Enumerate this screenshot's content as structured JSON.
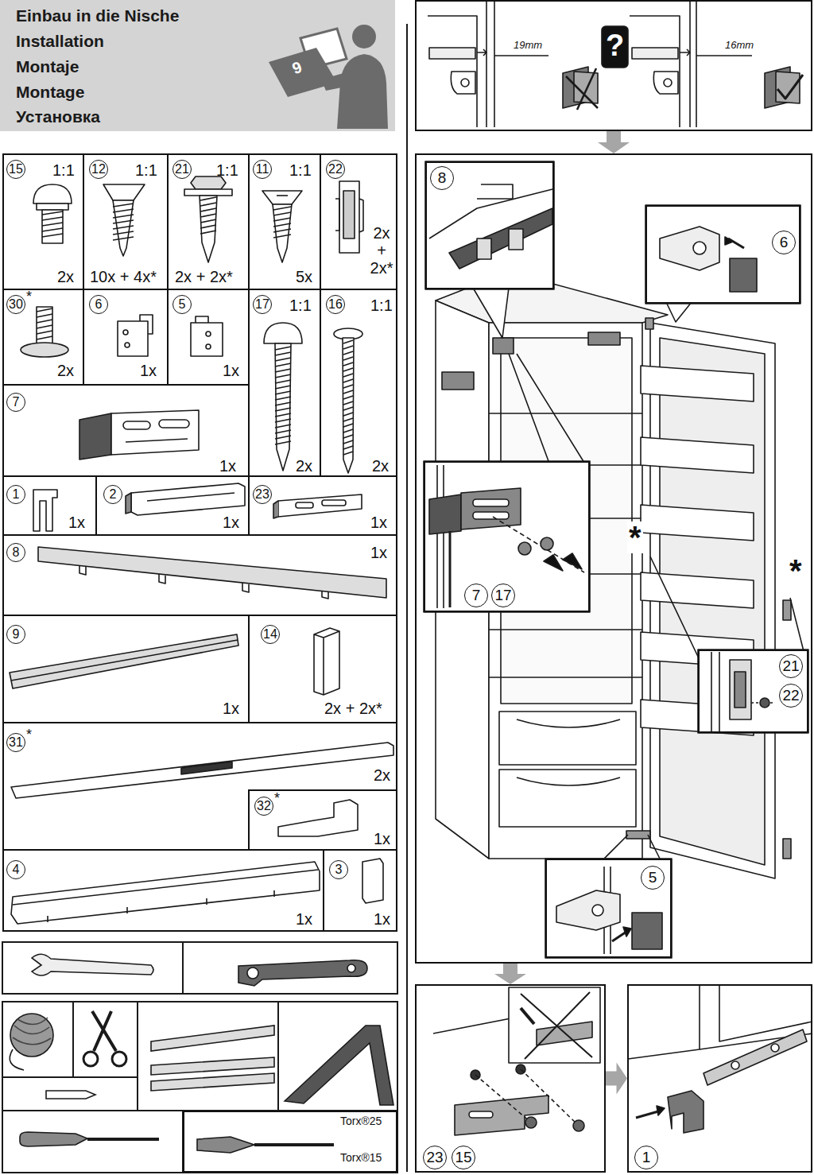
{
  "diagram": {
    "nodes": [
      {
        "text": [
          "Einbau in die Nische",
          "Installation",
          "Montaje",
          "Montage",
          "Установка"
        ]
      },
      {
        "text": [
          "15",
          "1:1",
          "2x"
        ]
      },
      {
        "text": [
          "12",
          "1:1",
          "10x + 4x*"
        ]
      },
      {
        "text": [
          "21",
          "1:1",
          "2x + 2x*"
        ]
      },
      {
        "text": [
          "11",
          "1:1",
          "5x"
        ]
      },
      {
        "text": [
          "22",
          "2x + 2x*"
        ]
      },
      {
        "text": [
          "30",
          "*",
          "2x"
        ]
      },
      {
        "text": [
          "6",
          "1x"
        ]
      },
      {
        "text": [
          "5",
          "1x"
        ]
      },
      {
        "text": [
          "17",
          "1:1",
          "2x"
        ]
      },
      {
        "text": [
          "16",
          "1:1",
          "2x"
        ]
      },
      {
        "text": [
          "7",
          "1x"
        ]
      },
      {
        "text": [
          "1",
          "1x"
        ]
      },
      {
        "text": [
          "2",
          "1x"
        ]
      },
      {
        "text": [
          "23",
          "1x"
        ]
      },
      {
        "text": [
          "8",
          "1x"
        ]
      },
      {
        "text": [
          "9",
          "1x"
        ]
      },
      {
        "text": [
          "14",
          "2x + 2x*"
        ]
      },
      {
        "text": [
          "31",
          "*",
          "2x"
        ]
      },
      {
        "text": [
          "32",
          "*",
          "1x"
        ],
        "in": 18
      },
      {
        "text": [
          "4",
          "1x"
        ]
      },
      {
        "text": [
          "3",
          "1x"
        ]
      },
      {
        "text": [
          "Torx®25",
          "Torx®15"
        ]
      },
      {
        "text": [
          "19mm",
          "?",
          "16mm"
        ]
      },
      {
        "text": [
          "*",
          "*"
        ]
      },
      {
        "text": [
          "8"
        ],
        "in": 24
      },
      {
        "text": [
          "6"
        ],
        "in": 24
      },
      {
        "text": [
          "7",
          "17"
        ],
        "in": 24
      },
      {
        "text": [
          "21",
          "22"
        ],
        "in": 24
      },
      {
        "text": [
          "5"
        ],
        "in": 24
      },
      {
        "text": [
          "23",
          "15"
        ]
      },
      {
        "text": [
          "1"
        ]
      }
    ],
    "edges": [
      {
        "from": 23,
        "to": 24,
        "arrow": "to"
      },
      {
        "from": 24,
        "to": 30,
        "arrow": "to"
      },
      {
        "from": 30,
        "to": 31,
        "arrow": "to"
      }
    ],
    "labels": [
      "9"
    ]
  }
}
